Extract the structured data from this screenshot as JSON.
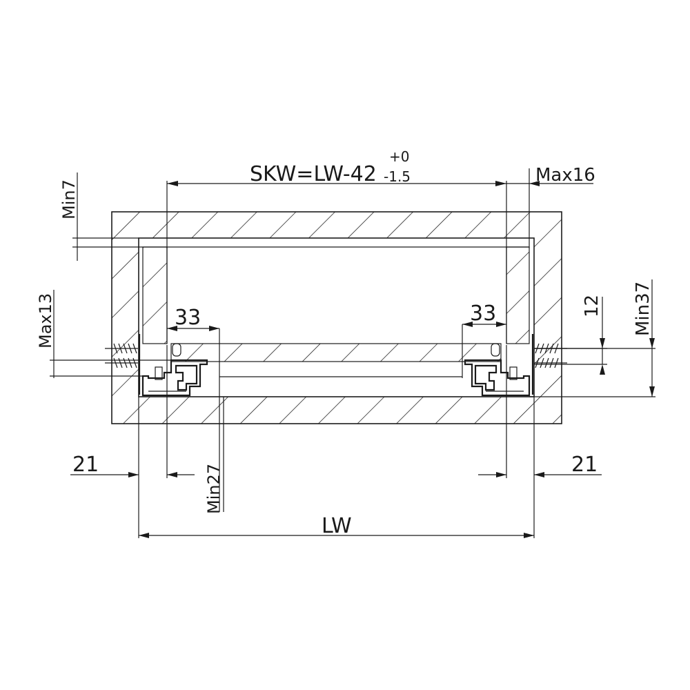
{
  "drawing": {
    "skw_main": "SKW=LW-42",
    "tol_upper": "+0",
    "tol_lower": "-1.5",
    "max16": "Max16",
    "min7": "Min7",
    "max13": "Max13",
    "dim33_left": "33",
    "dim33_right": "33",
    "dim12": "12",
    "min37": "Min37",
    "dim21_left": "21",
    "dim21_right": "21",
    "min27": "Min27",
    "lw": "LW",
    "line_color": "#1a1a1a",
    "background": "#ffffff"
  }
}
